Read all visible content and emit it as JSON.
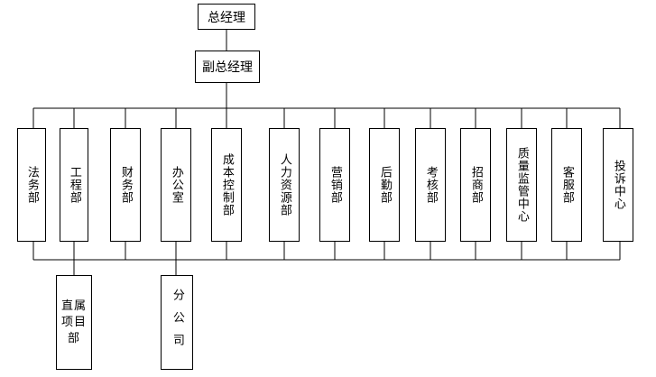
{
  "top": {
    "ceo": "总经理",
    "vp": "副总经理"
  },
  "departments": [
    "法务部",
    "工程部",
    "财务部",
    "办公室",
    "成本控制部",
    "人力资源部",
    "营销部",
    "后勤部",
    "考核部",
    "招商部",
    "质量监管中心",
    "客服部",
    "投诉中心"
  ],
  "sub_units": {
    "projects": "直属项目部",
    "branch": "分公司"
  }
}
